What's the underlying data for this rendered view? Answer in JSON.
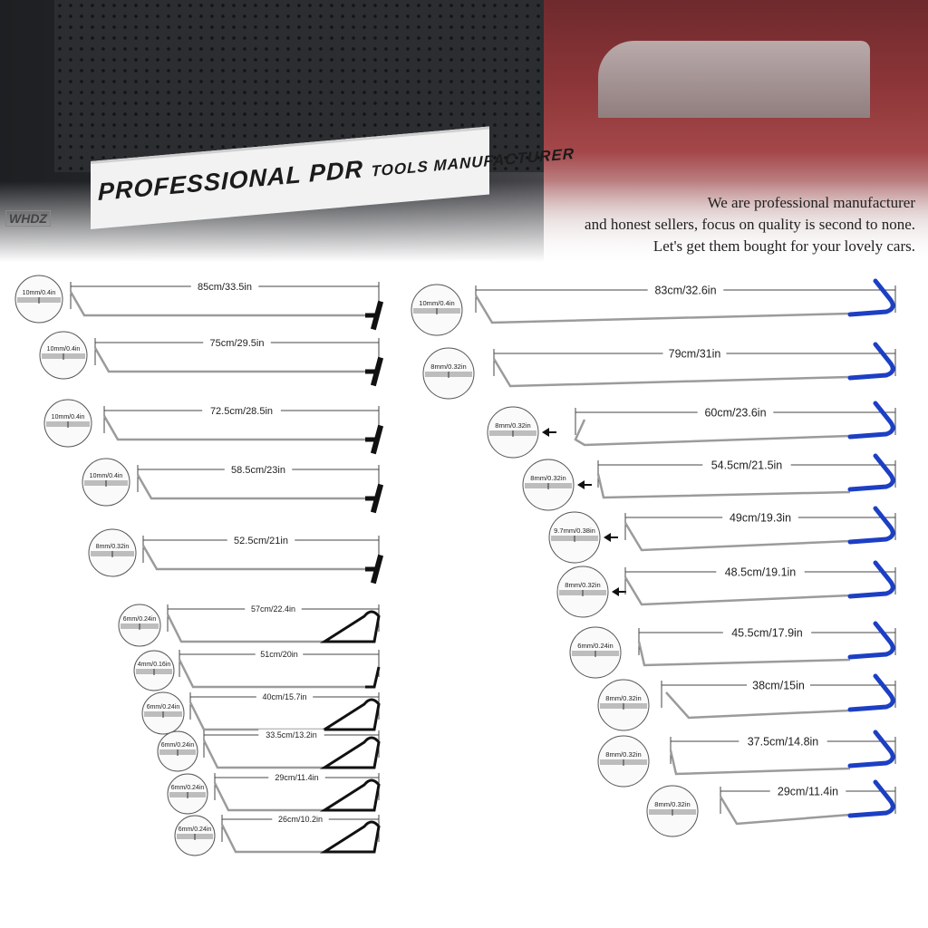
{
  "banner": {
    "logo": "WHDZ",
    "slogan_main": "PROFESSIONAL PDR",
    "slogan_sub": "TOOLS MANUFACTURER",
    "tagline": [
      "We are professional manufacturer",
      "and honest sellers, focus on quality is second to none.",
      "Let's get them bought for your lovely cars."
    ]
  },
  "colors": {
    "rod": "#9b9b9b",
    "black_handle": "#111111",
    "blue_handle": "#1c3fc4",
    "text": "#222222"
  },
  "left_tools": [
    {
      "length": "85cm/33.5in",
      "diameter": "10mm/0.4in",
      "handle": "t-bar"
    },
    {
      "length": "75cm/29.5in",
      "diameter": "10mm/0.4in",
      "handle": "t-bar"
    },
    {
      "length": "72.5cm/28.5in",
      "diameter": "10mm/0.4in",
      "handle": "t-bar"
    },
    {
      "length": "58.5cm/23in",
      "diameter": "10mm/0.4in",
      "handle": "t-bar"
    },
    {
      "length": "52.5cm/21in",
      "diameter": "8mm/0.32in",
      "handle": "t-bar"
    },
    {
      "length": "57cm/22.4in",
      "diameter": "6mm/0.24in",
      "handle": "loop"
    },
    {
      "length": "51cm/20in",
      "diameter": "4mm/0.16in",
      "handle": "hook"
    },
    {
      "length": "40cm/15.7in",
      "diameter": "6mm/0.24in",
      "handle": "loop"
    },
    {
      "length": "33.5cm/13.2in",
      "diameter": "6mm/0.24in",
      "handle": "loop"
    },
    {
      "length": "29cm/11.4in",
      "diameter": "6mm/0.24in",
      "handle": "loop"
    },
    {
      "length": "26cm/10.2in",
      "diameter": "6mm/0.24in",
      "handle": "loop"
    }
  ],
  "right_tools": [
    {
      "length": "83cm/32.6in",
      "diameter": "10mm/0.4in"
    },
    {
      "length": "79cm/31in",
      "diameter": "8mm/0.32in"
    },
    {
      "length": "60cm/23.6in",
      "diameter": "8mm/0.32in"
    },
    {
      "length": "54.5cm/21.5in",
      "diameter": "8mm/0.32in"
    },
    {
      "length": "49cm/19.3in",
      "diameter": "9.7mm/0.38in"
    },
    {
      "length": "48.5cm/19.1in",
      "diameter": "8mm/0.32in"
    },
    {
      "length": "45.5cm/17.9in",
      "diameter": "6mm/0.24in"
    },
    {
      "length": "38cm/15in",
      "diameter": "8mm/0.32in"
    },
    {
      "length": "37.5cm/14.8in",
      "diameter": "8mm/0.32in"
    },
    {
      "length": "29cm/11.4in",
      "diameter": "8mm/0.32in"
    }
  ]
}
